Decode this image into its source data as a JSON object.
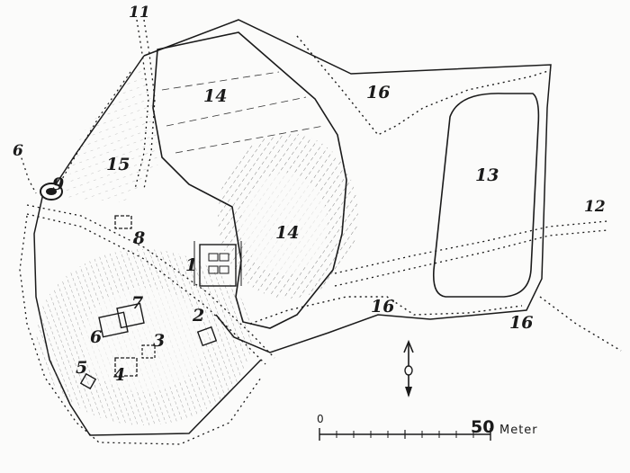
{
  "map": {
    "feature_labels": {
      "l1": "1",
      "l2": "2",
      "l3": "3",
      "l4": "4",
      "l5": "5",
      "l6": "6",
      "l7": "7",
      "l8": "8",
      "l9": "9",
      "l11": "11",
      "l12": "12",
      "l13": "13",
      "l14a": "14",
      "l14b": "14",
      "l15": "15",
      "l16a": "16",
      "l16b": "16",
      "l16c": "16",
      "l6out": "6"
    },
    "scale_bar": {
      "zero_label": "0",
      "value_label": "50",
      "unit_label": "Meter"
    },
    "colors": {
      "ink": "#1a1a1a",
      "paper": "#fbfbfa"
    },
    "north_arrow_icon": "north-arrow-icon"
  }
}
